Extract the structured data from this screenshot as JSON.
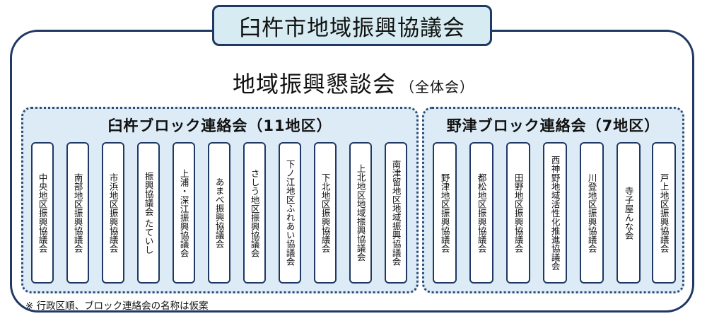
{
  "header": {
    "title": "臼杵市地域振興協議会"
  },
  "plenary": {
    "label": "地域振興懇談会",
    "sub": "（全体会）"
  },
  "blocks": {
    "usuki": {
      "title": "臼杵ブロック連絡会（11地区）",
      "councils": [
        "中央地区振興協議会",
        "南部地区振興協議会",
        "市浜地区振興協議会",
        "振興協議会 たていし",
        "上浦・深江振興協議会",
        "あまべ振興協議会",
        "さしう地区振興協議会",
        "下ノ江地区ふれあい協議会",
        "下北地区振興協議会",
        "上北地区地域振興協議会",
        "南津留地区地域振興協議会"
      ]
    },
    "notsu": {
      "title": "野津ブロック連絡会（7地区）",
      "councils": [
        "野津地区振興協議会",
        "都松地区振興協議会",
        "田野地区振興協議会",
        "西神野地域活性化推進協議会",
        "川登地区振興協議会",
        "寺子屋んな会",
        "戸上地区振興協議会"
      ]
    }
  },
  "footnote": "※ 行政区順、ブロック連絡会の名称は仮案",
  "colors": {
    "border": "#1f3864",
    "title_fill": "#d6ecf2",
    "block_fill": "#dcebf6"
  }
}
